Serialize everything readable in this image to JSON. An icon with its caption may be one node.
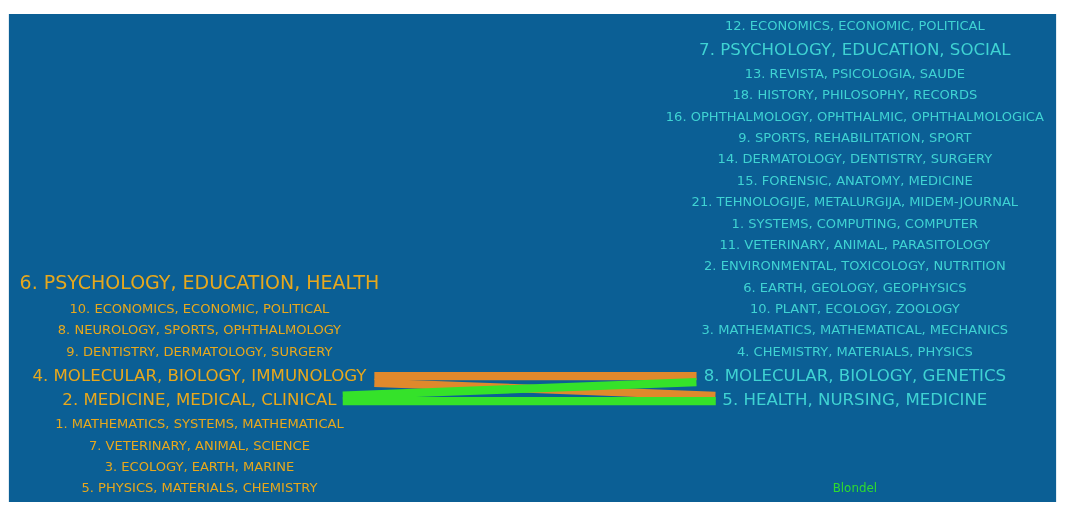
{
  "diagram": {
    "nodes": [
      {
        "text": [
          "4. MOLECULAR, BIOLOGY, IMMUNOLOGY"
        ]
      },
      {
        "text": [
          "2. MEDICINE, MEDICAL, CLINICAL"
        ]
      },
      {
        "text": [
          "8. MOLECULAR, BIOLOGY, GENETICS"
        ]
      },
      {
        "text": [
          "5. HEALTH, NURSING, MEDICINE"
        ]
      }
    ],
    "edges": [
      {
        "from": 0,
        "to": 2,
        "arrow": "none",
        "color": "#e0892c"
      },
      {
        "from": 0,
        "to": 3,
        "arrow": "none",
        "color": "#e0892c"
      },
      {
        "from": 1,
        "to": 2,
        "arrow": "none",
        "color": "#35e22a"
      },
      {
        "from": 1,
        "to": 3,
        "arrow": "none",
        "color": "#35e22a"
      }
    ],
    "labels": [
      "5. PHYSICS, MATERIALS, CHEMISTRY",
      "3. ECOLOGY, EARTH, MARINE",
      "7. VETERINARY, ANIMAL, SCIENCE",
      "1. MATHEMATICS, SYSTEMS, MATHEMATICAL",
      "9. DENTISTRY, DERMATOLOGY, SURGERY",
      "8. NEUROLOGY, SPORTS, OPHTHALMOLOGY",
      "10. ECONOMICS, ECONOMIC, POLITICAL",
      "6. PSYCHOLOGY, EDUCATION, HEALTH",
      "Blondel",
      "4. CHEMISTRY, MATERIALS, PHYSICS",
      "3. MATHEMATICS, MATHEMATICAL, MECHANICS",
      "10. PLANT, ECOLOGY, ZOOLOGY",
      "6. EARTH, GEOLOGY, GEOPHYSICS",
      "2. ENVIRONMENTAL, TOXICOLOGY, NUTRITION",
      "11. VETERINARY, ANIMAL, PARASITOLOGY",
      "1. SYSTEMS, COMPUTING, COMPUTER",
      "21. TEHNOLOGIJE, METALURGIJA, MIDEM-JOURNAL",
      "15. FORENSIC, ANATOMY, MEDICINE",
      "14. DERMATOLOGY, DENTISTRY, SURGERY",
      "9. SPORTS, REHABILITATION, SPORT",
      "16. OPHTHALMOLOGY, OPHTHALMIC, OPHTHALMOLOGICA",
      "18. HISTORY, PHILOSOPHY, RECORDS",
      "13. REVISTA, PSICOLOGIA, SAUDE",
      "7. PSYCHOLOGY, EDUCATION, SOCIAL",
      "12. ECONOMICS, ECONOMIC, POLITICAL"
    ]
  }
}
